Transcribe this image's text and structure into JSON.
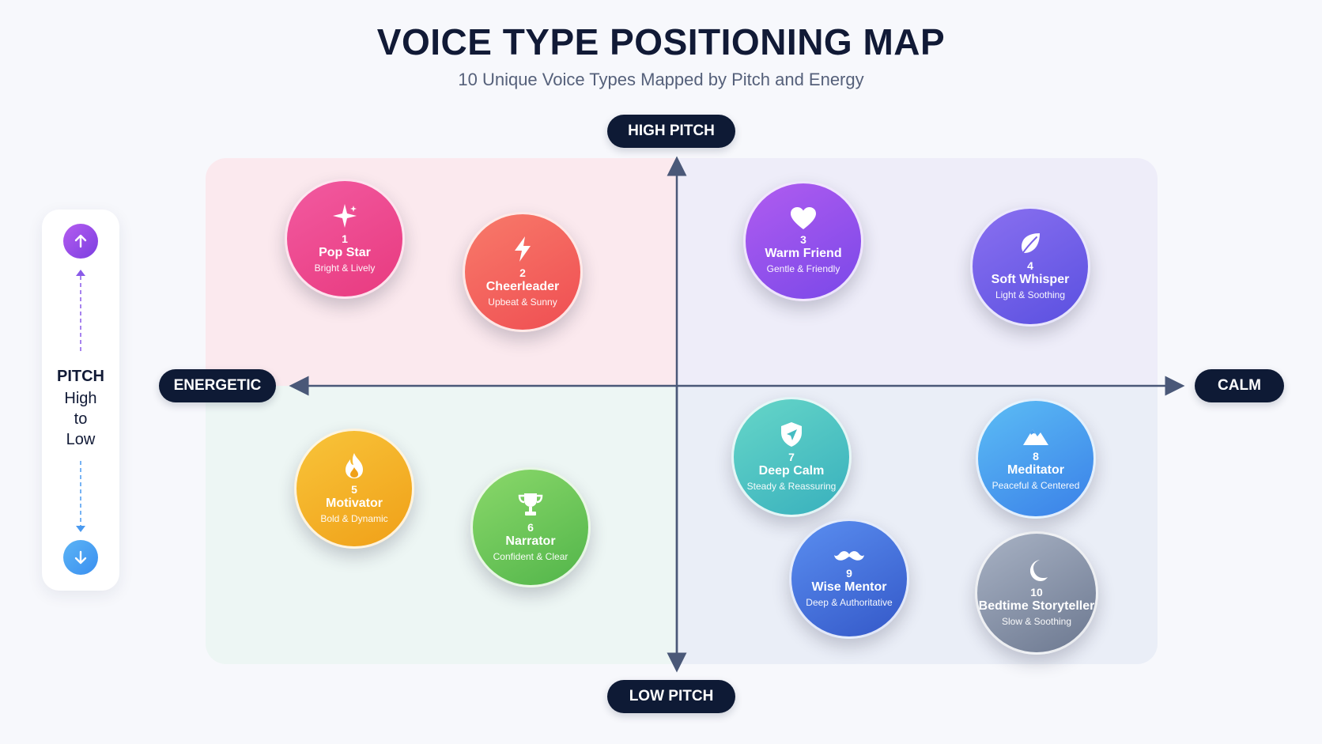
{
  "header": {
    "title": "VOICE TYPE POSITIONING MAP",
    "subtitle": "10 Unique Voice Types Mapped by Pitch and Energy"
  },
  "axes": {
    "top": "HIGH PITCH",
    "bottom": "LOW PITCH",
    "left": "ENERGETIC",
    "right": "CALM"
  },
  "legend": {
    "title": "PITCH",
    "line1": "High",
    "line2": "to",
    "line3": "Low",
    "up_icon": "arrow-up-icon",
    "down_icon": "arrow-down-icon"
  },
  "voices": [
    {
      "num": "1",
      "name": "Pop Star",
      "desc": "Bright & Lively",
      "icon": "sparkle-icon",
      "color_from": "#f25aa0",
      "color_to": "#e83a7f"
    },
    {
      "num": "2",
      "name": "Cheerleader",
      "desc": "Upbeat & Sunny",
      "icon": "lightning-icon",
      "color_from": "#f87a6a",
      "color_to": "#ef4e52"
    },
    {
      "num": "3",
      "name": "Warm Friend",
      "desc": "Gentle & Friendly",
      "icon": "heart-icon",
      "color_from": "#b05cf0",
      "color_to": "#7a48e8"
    },
    {
      "num": "4",
      "name": "Soft Whisper",
      "desc": "Light & Soothing",
      "icon": "leaf-icon",
      "color_from": "#8a70f0",
      "color_to": "#5a50e0"
    },
    {
      "num": "5",
      "name": "Motivator",
      "desc": "Bold & Dynamic",
      "icon": "flame-icon",
      "color_from": "#f8c43a",
      "color_to": "#f0a018"
    },
    {
      "num": "6",
      "name": "Narrator",
      "desc": "Confident & Clear",
      "icon": "trophy-icon",
      "color_from": "#8ad86a",
      "color_to": "#52b54a"
    },
    {
      "num": "7",
      "name": "Deep Calm",
      "desc": "Steady & Reassuring",
      "icon": "shield-icon",
      "color_from": "#66d6c8",
      "color_to": "#38b0bd"
    },
    {
      "num": "8",
      "name": "Meditator",
      "desc": "Peaceful & Centered",
      "icon": "mountain-icon",
      "color_from": "#5cbdf5",
      "color_to": "#3a80e8"
    },
    {
      "num": "9",
      "name": "Wise Mentor",
      "desc": "Deep & Authoritative",
      "icon": "mustache-icon",
      "color_from": "#5a8ef0",
      "color_to": "#3458c8"
    },
    {
      "num": "10",
      "name": "Bedtime Storyteller",
      "desc": "Slow & Soothing",
      "icon": "moon-icon",
      "color_from": "#a8b2c4",
      "color_to": "#6c7890"
    }
  ]
}
